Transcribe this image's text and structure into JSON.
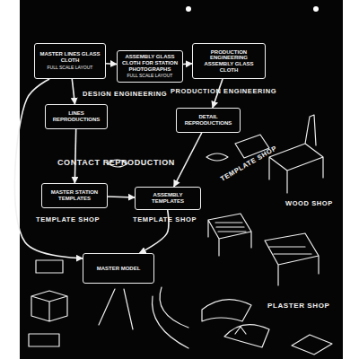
{
  "diagram": {
    "nodes": [
      {
        "text": [
          "MASTER LINES GLASS CLOTH",
          "FULL SCALE LAYOUT"
        ]
      },
      {
        "text": [
          "ASSEMBLY GLASS CLOTH FOR STATION PHOTOGRAPHS",
          "FULL SCALE LAYOUT"
        ]
      },
      {
        "text": [
          "PRODUCTION ENGINEERING ASSEMBLY GLASS CLOTH"
        ]
      },
      {
        "text": [
          "LINES REPRODUCTIONS"
        ]
      },
      {
        "text": [
          "DETAIL REPRODUCTIONS"
        ]
      },
      {
        "text": [
          "MASTER STATION TEMPLATES"
        ]
      },
      {
        "text": [
          "ASSEMBLY TEMPLATES"
        ]
      },
      {
        "text": [
          "MASTER MODEL"
        ]
      }
    ],
    "edges": [
      {
        "from": 0,
        "to": 1,
        "arrow": "to"
      },
      {
        "from": 1,
        "to": 2,
        "arrow": "to"
      },
      {
        "from": 0,
        "to": 3,
        "arrow": "to"
      },
      {
        "from": 2,
        "to": 4,
        "arrow": "to"
      },
      {
        "from": 3,
        "to": 5,
        "arrow": "to"
      },
      {
        "from": 4,
        "to": 6,
        "arrow": "to"
      },
      {
        "from": 5,
        "to": 6,
        "arrow": "to"
      },
      {
        "from": 0,
        "to": 7,
        "arrow": "to"
      },
      {
        "from": 6,
        "to": 7,
        "arrow": "to"
      }
    ],
    "labels": [
      "DESIGN ENGINEERING",
      "PRODUCTION ENGINEERING",
      "CONTACT REPRODUCTION",
      "TEMPLATE SHOP",
      "TEMPLATE SHOP",
      "TEMPLATE SHOP",
      "WOOD SHOP",
      "PLASTER SHOP"
    ]
  }
}
